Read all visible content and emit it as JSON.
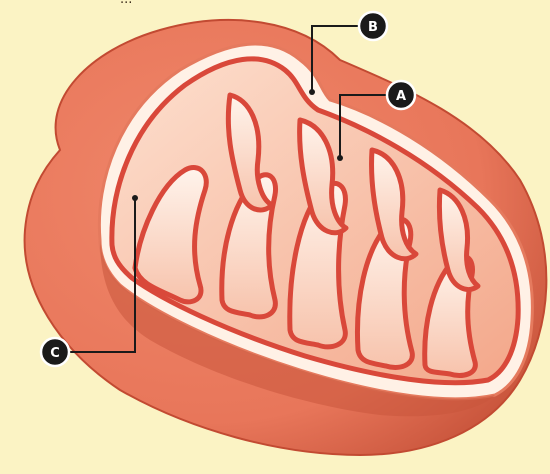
{
  "caption_fragment": "...",
  "colors": {
    "background": "#fbf3c4",
    "outer_membrane": "#e8765a",
    "outer_membrane_dark": "#cf5a3e",
    "intermembrane_space": "#fff3ea",
    "cristae_stroke": "#d9483a",
    "matrix": "#f6b9a0",
    "leader_line": "#1a1a1a",
    "marker_fill": "#1a1a1a"
  },
  "labels": {
    "a": {
      "text": "A",
      "points_to": "crista"
    },
    "b": {
      "text": "B",
      "points_to": "outer-membrane"
    },
    "c": {
      "text": "C",
      "points_to": "matrix"
    }
  },
  "icons": [
    "mitochondrion-cutaway-illustration"
  ]
}
